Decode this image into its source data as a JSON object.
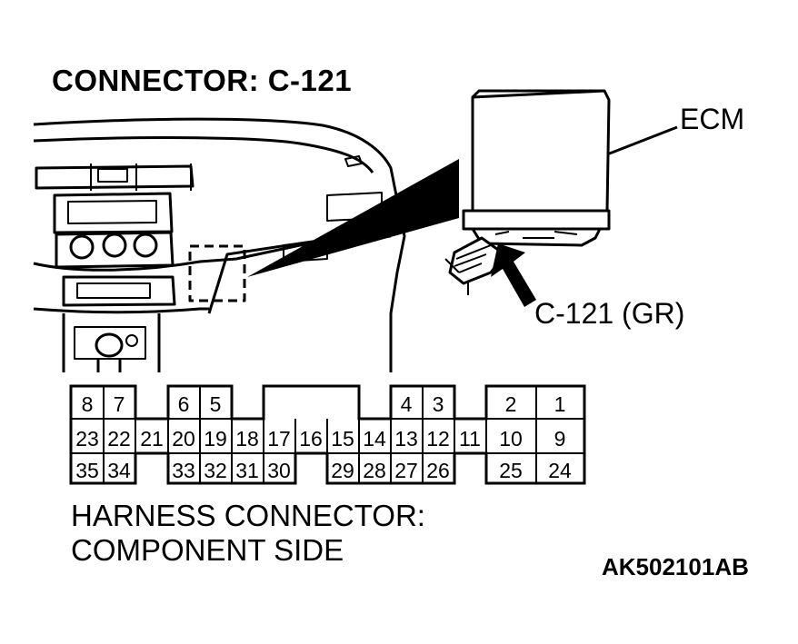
{
  "title": "CONNECTOR: C-121",
  "ecm_label": "ECM",
  "connector_label": "C-121 (GR)",
  "caption_line1": "HARNESS CONNECTOR:",
  "caption_line2": "COMPONENT SIDE",
  "figure_id": "AK502101AB",
  "pins": {
    "row1": [
      "8",
      "7",
      "6",
      "5",
      "4",
      "3",
      "2",
      "1"
    ],
    "row2": [
      "23",
      "22",
      "21",
      "20",
      "19",
      "18",
      "17",
      "16",
      "15",
      "14",
      "13",
      "12",
      "11",
      "10",
      "9"
    ],
    "row3": [
      "35",
      "34",
      "33",
      "32",
      "31",
      "30",
      "29",
      "28",
      "27",
      "26",
      "25",
      "24"
    ]
  }
}
